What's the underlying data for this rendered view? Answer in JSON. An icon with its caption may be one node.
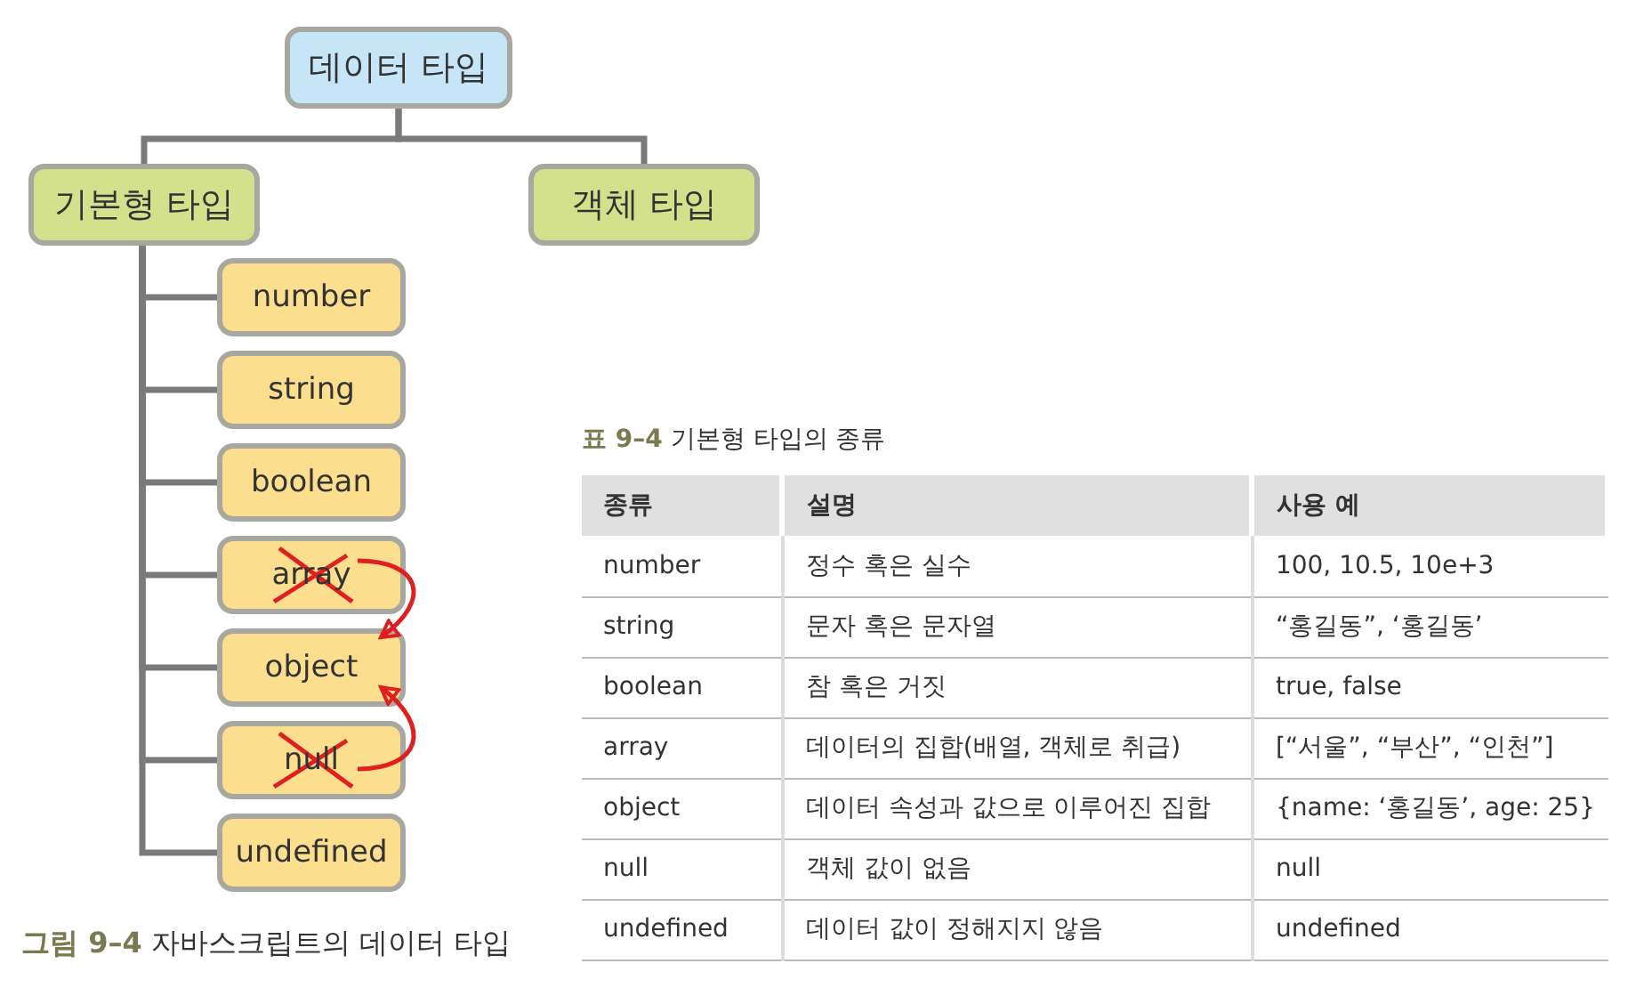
{
  "diagram": {
    "caption": "**그림 9–4** 자바스크립트의 데이터 타입",
    "nodes": [
      {
        "text": [
          "데이터 타입"
        ]
      },
      {
        "text": [
          "기본형 타입"
        ]
      },
      {
        "text": [
          "객체 타입"
        ]
      },
      {
        "text": [
          "number"
        ]
      },
      {
        "text": [
          "string"
        ]
      },
      {
        "text": [
          "boolean"
        ]
      },
      {
        "text": [
          "array"
        ]
      },
      {
        "text": [
          "object"
        ]
      },
      {
        "text": [
          "null"
        ]
      },
      {
        "text": [
          "undefined"
        ]
      }
    ],
    "edges": [
      {
        "from": 0,
        "to": 1,
        "arrow": "none"
      },
      {
        "from": 0,
        "to": 2,
        "arrow": "none"
      },
      {
        "from": 1,
        "to": 3,
        "arrow": "none"
      },
      {
        "from": 1,
        "to": 4,
        "arrow": "none"
      },
      {
        "from": 1,
        "to": 5,
        "arrow": "none"
      },
      {
        "from": 1,
        "to": 6,
        "arrow": "none"
      },
      {
        "from": 1,
        "to": 7,
        "arrow": "none"
      },
      {
        "from": 1,
        "to": 8,
        "arrow": "none"
      },
      {
        "from": 1,
        "to": 9,
        "arrow": "none"
      },
      {
        "from": 6,
        "to": 7,
        "arrow": "to",
        "color": "#e02020"
      },
      {
        "from": 8,
        "to": 7,
        "arrow": "to",
        "color": "#e02020"
      }
    ],
    "labels": [
      "**표 9–4** 기본형 타입의 종류",
      "종류",
      "설명",
      "사용 예",
      "number",
      "정수 혹은 실수",
      "100, 10.5, 10e+3",
      "string",
      "문자 혹은 문자열",
      "“홍길동”, ‘홍길동’",
      "boolean",
      "참 혹은 거짓",
      "true, false",
      "array",
      "데이터의 집합(배열, 객체로 취급)",
      "[“서울”, “부산”, “인천”]",
      "object",
      "데이터 속성과 값으로 이루어진 집합",
      "{name: ‘홍길동’, age: 25}",
      "null",
      "객체 값이 없음",
      "null",
      "undefined",
      "데이터 값이 정해지지 않음",
      "undefined"
    ]
  }
}
